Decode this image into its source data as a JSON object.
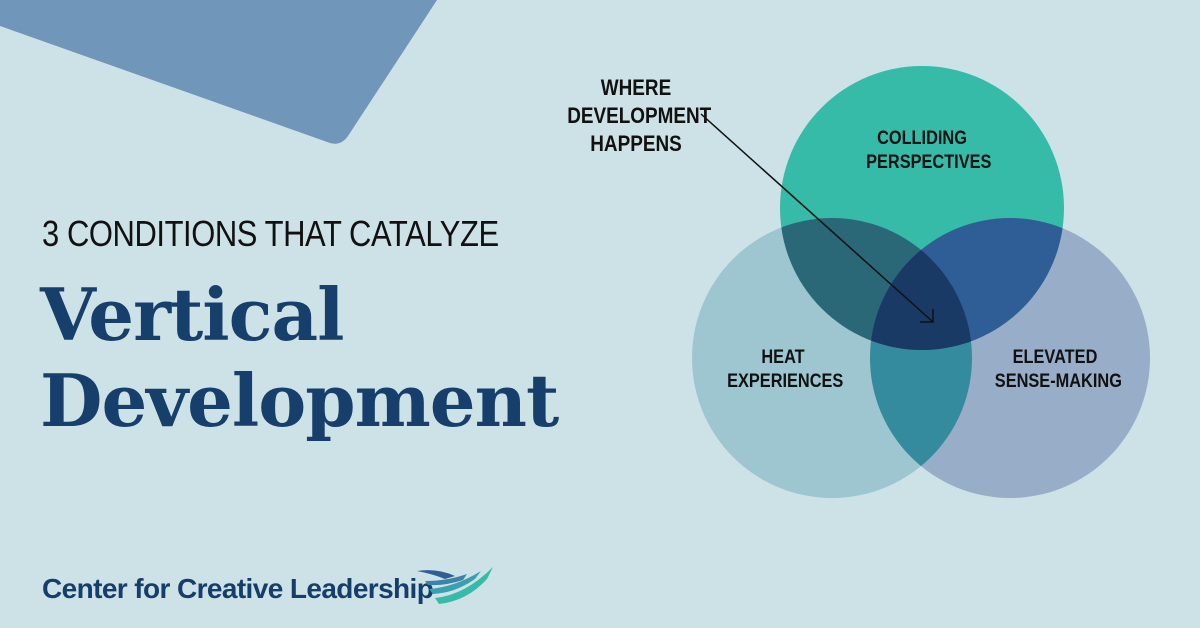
{
  "kicker": "3 CONDITIONS THAT CATALYZE",
  "title": {
    "line1": "Vertical",
    "line2": "Development"
  },
  "callout": {
    "line1": "WHERE",
    "line2": "DEVELOPMENT",
    "line3": "HAPPENS"
  },
  "venn": {
    "circles": [
      {
        "id": "top",
        "label_line1": "COLLIDING",
        "label_line2": "PERSPECTIVES",
        "color": "#35bba8"
      },
      {
        "id": "left",
        "label_line1": "HEAT",
        "label_line2": "EXPERIENCES",
        "color": "#9dc6d0"
      },
      {
        "id": "right",
        "label_line1": "ELEVATED",
        "label_line2": "SENSE-MAKING",
        "color": "#98aec8"
      }
    ],
    "overlaps": {
      "top_left": "#2a6878",
      "top_right": "#2e5e95",
      "left_right": "#348b9d",
      "center": "#1a3a66"
    }
  },
  "colors": {
    "background": "#cde2e7",
    "corner_shape": "#7097b9",
    "title": "#173f6c"
  },
  "logo": {
    "text": "Center for Creative Leadership"
  }
}
